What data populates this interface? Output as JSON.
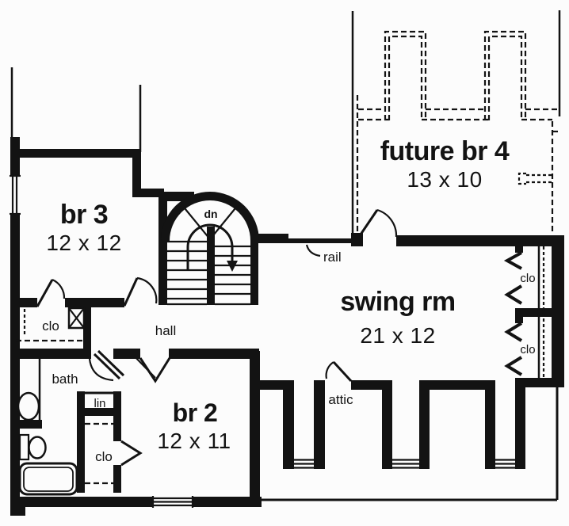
{
  "colors": {
    "background": "#fcfcfc",
    "ink": "#131313"
  },
  "rooms": {
    "br3": {
      "name": "br 3",
      "dims": "12 x 12"
    },
    "future_br4": {
      "name": "future br 4",
      "dims": "13 x 10"
    },
    "swing_rm": {
      "name": "swing rm",
      "dims": "21 x 12"
    },
    "br2": {
      "name": "br 2",
      "dims": "12 x 11"
    }
  },
  "labels": {
    "stair_direction": "dn",
    "rail": "rail",
    "hall": "hall",
    "bath": "bath",
    "closet_br3": "clo",
    "closet_br2": "clo",
    "closet_right_upper": "clo",
    "closet_right_lower": "clo",
    "linen": "lin",
    "attic": "attic"
  }
}
